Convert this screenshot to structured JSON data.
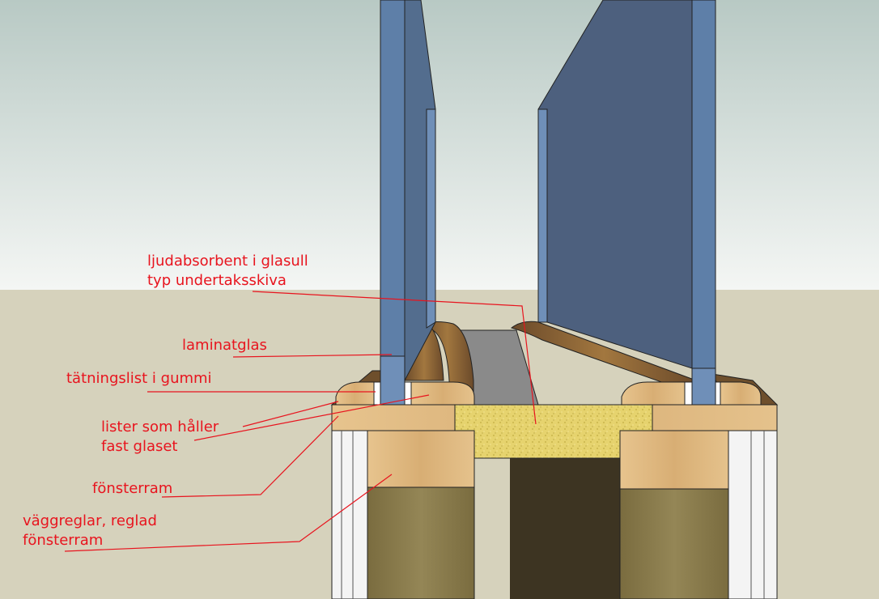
{
  "labels": {
    "ljud_line1": "ljudabsorbent i glasull",
    "ljud_line2": "typ undertaksskiva",
    "laminat": "laminatglas",
    "tatning": "tätningslist i gummi",
    "lister_line1": "lister som håller",
    "lister_line2": "fast glaset",
    "fonsterram": "fönsterram",
    "vagg_line1": "väggreglar, reglad",
    "vagg_line2": "fönsterram"
  },
  "colors": {
    "annotation": "#e8141e",
    "glass": "#5a7090",
    "wood": "#d9b07a",
    "glasswool": "#e8d870",
    "stud_dark": "#8a7d4e",
    "ground": "#d6d2bc"
  }
}
